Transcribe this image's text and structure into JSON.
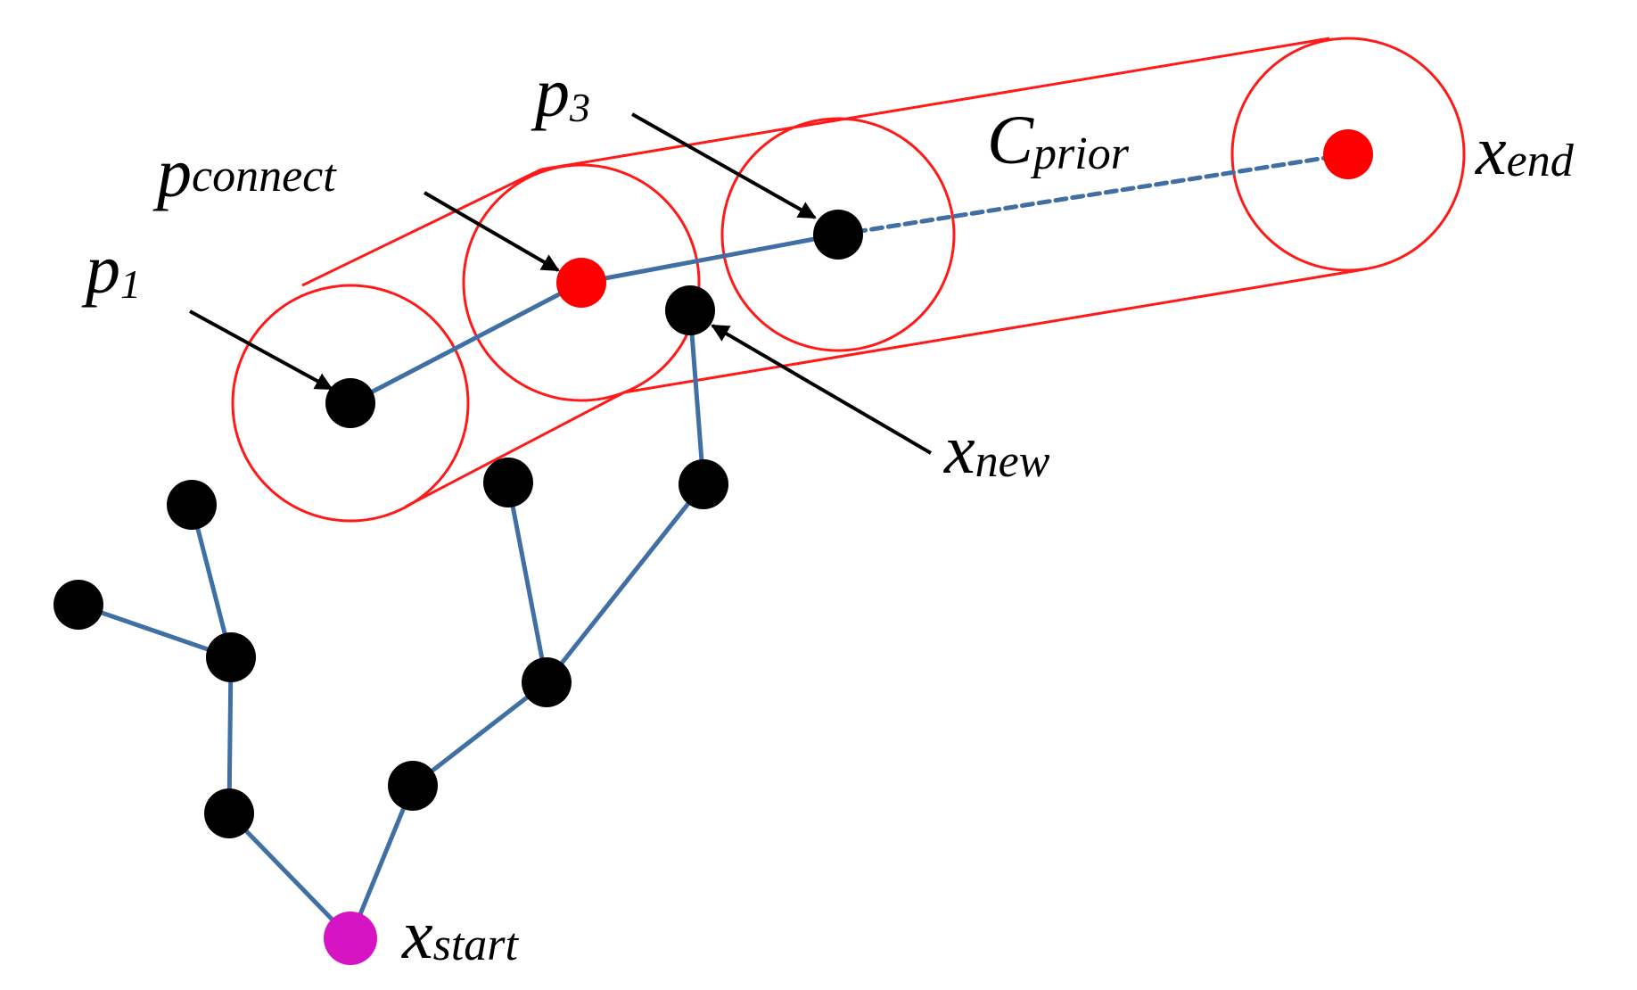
{
  "colors": {
    "background": "#ffffff",
    "edge": "#3f6fa3",
    "node": "#000000",
    "highlight_node": "#ff0000",
    "start_node": "#d614c4",
    "region": "#ff1a1a",
    "arrow": "#000000"
  },
  "labels": {
    "p1": {
      "base": "p",
      "sub": "1"
    },
    "p3": {
      "base": "p",
      "sub": "3"
    },
    "p_connect": {
      "base": "p",
      "sub": "connect"
    },
    "c_prior": {
      "base": "C",
      "sub": "prior"
    },
    "x_end": {
      "base": "x",
      "sub": "end"
    },
    "x_new": {
      "base": "x",
      "sub": "new"
    },
    "x_start": {
      "base": "x",
      "sub": "start"
    }
  }
}
